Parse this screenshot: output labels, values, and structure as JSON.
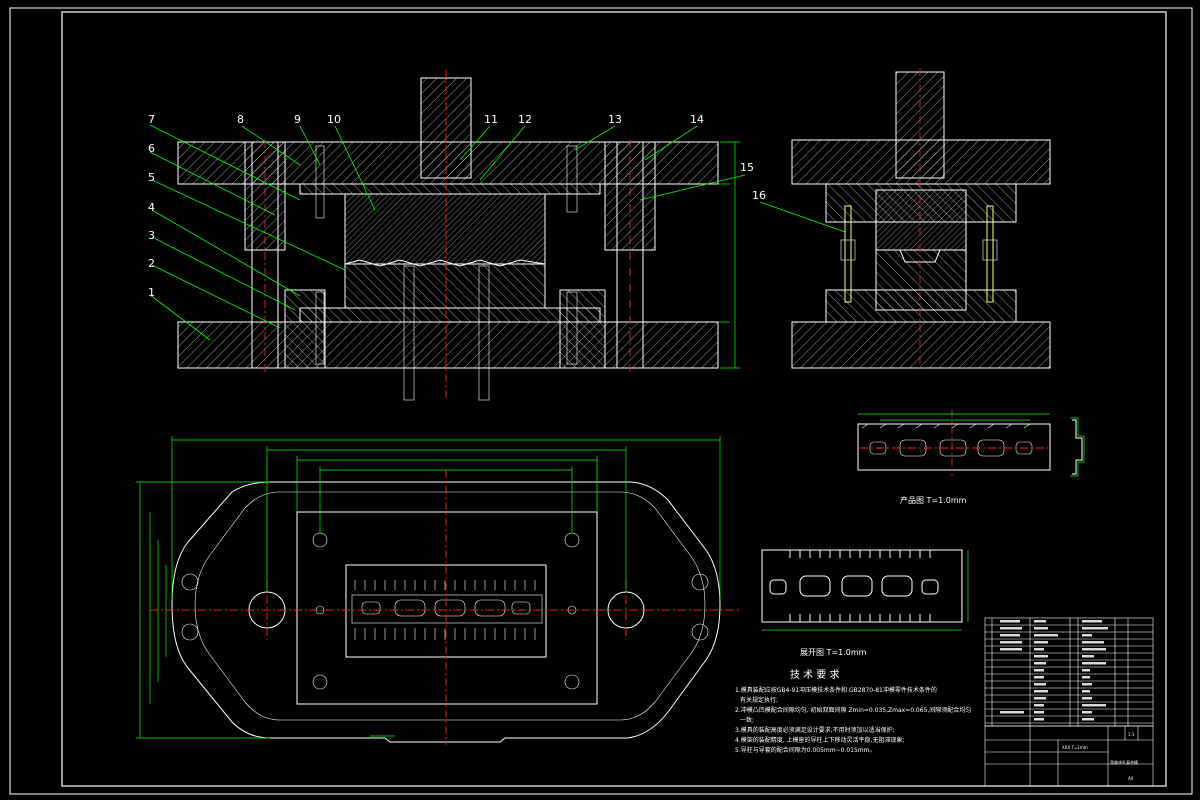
{
  "part_numbers": [
    "1",
    "2",
    "3",
    "4",
    "5",
    "6",
    "7",
    "8",
    "9",
    "10",
    "11",
    "12",
    "13",
    "14",
    "15",
    "16"
  ],
  "views": {
    "product_caption": "产品图  T=1.0mm",
    "blank_caption": "展开图  T=1.0mm"
  },
  "tech_requirements": {
    "title": "技 术 要 求",
    "items": [
      "1.模具装配应按GB4-91冲压模技术条件和 GB2870-81冲模零件技术条件的",
      "有关规定执行;",
      "2.冲模凸凹模配合间隙均匀, 初始双面间隙 Zmin=0.035,Zmax=0.065,间隙须配合均匀",
      "一致;",
      "3.模具的装配高度必须满足设计要求,不用时须加以适当保护;",
      "4.模架的装配精度, 上模座的导柱上下移动灵活平稳,无阻滞现象;",
      "5.导柱与导套的配合间隙为0.005mm~0.015mm。"
    ]
  },
  "title_block": {
    "part_name": "弯曲冲孔复合模",
    "sheet_code": "A0",
    "scale_note": "1:1",
    "material_note": "XXX  T=1mm"
  }
}
